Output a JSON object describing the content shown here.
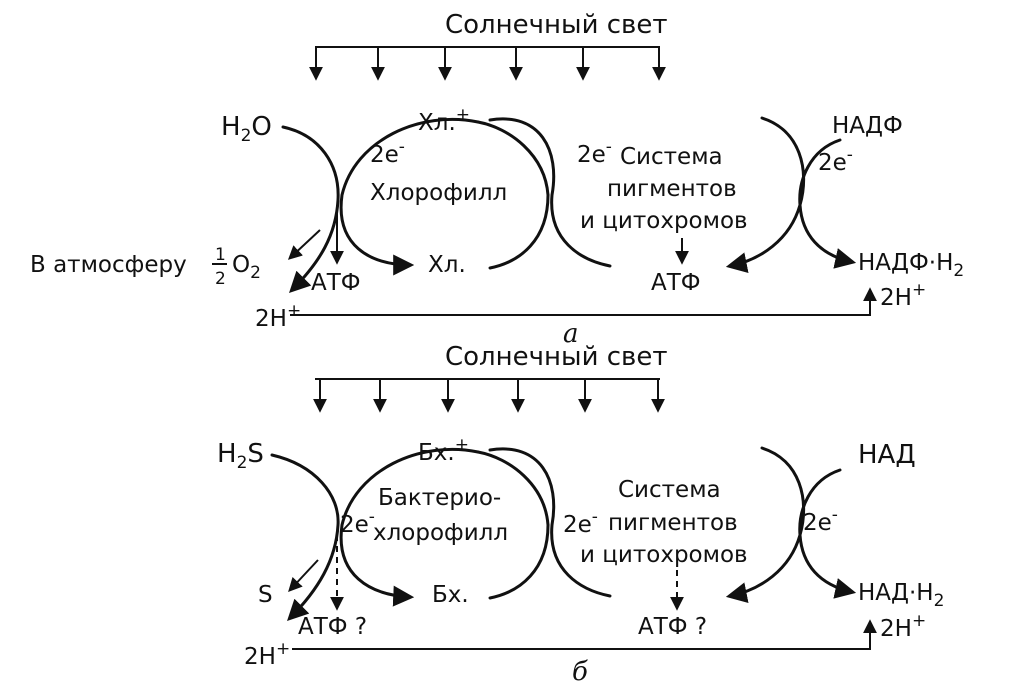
{
  "panel_a": {
    "sunlight": "Солнечный свет",
    "h2o_h": "H",
    "h2o_sub": "2",
    "h2o_o": "O",
    "to_atmosphere": "В атмосферу",
    "half_num": "1",
    "half_den": "2",
    "o2_o": "O",
    "o2_sub": "2",
    "two_h_plus_left": "2H",
    "plus": "+",
    "atp_left": "АТФ",
    "chl_plus": "Хл.",
    "chl": "Хл.",
    "two_e_1": "2e",
    "minus": "-",
    "chlorophyll": "Хлорофилл",
    "two_e_2": "2e",
    "system_line1": "Система",
    "system_line2": "пигментов",
    "system_line3": "и цитохромов",
    "atp_mid": "АТФ",
    "nadp": "НАДФ",
    "two_e_3": "2e",
    "nadph2": "НАДФ·H",
    "nadph2_sub": "2",
    "two_h_plus_right": "2H",
    "panel_label": "а"
  },
  "panel_b": {
    "sunlight": "Солнечный свет",
    "h2s_h": "H",
    "h2s_sub": "2",
    "h2s_s": "S",
    "s": "S",
    "two_h_plus_left": "2H",
    "plus": "+",
    "atp_left": "АТФ ?",
    "bchl_plus": "Бх.",
    "bchl": "Бх.",
    "two_e_1": "2e",
    "minus": "-",
    "bacterio_line1": "Бактерио-",
    "bacterio_line2": "хлорофилл",
    "two_e_2": "2e",
    "system_line1": "Система",
    "system_line2": "пигментов",
    "system_line3": "и цитохромов",
    "atp_mid": "АТФ ?",
    "nad": "НАД",
    "two_e_3": "2e",
    "nadh2": "НАД·H",
    "nadh2_sub": "2",
    "two_h_plus_right": "2H",
    "panel_label": "б"
  }
}
